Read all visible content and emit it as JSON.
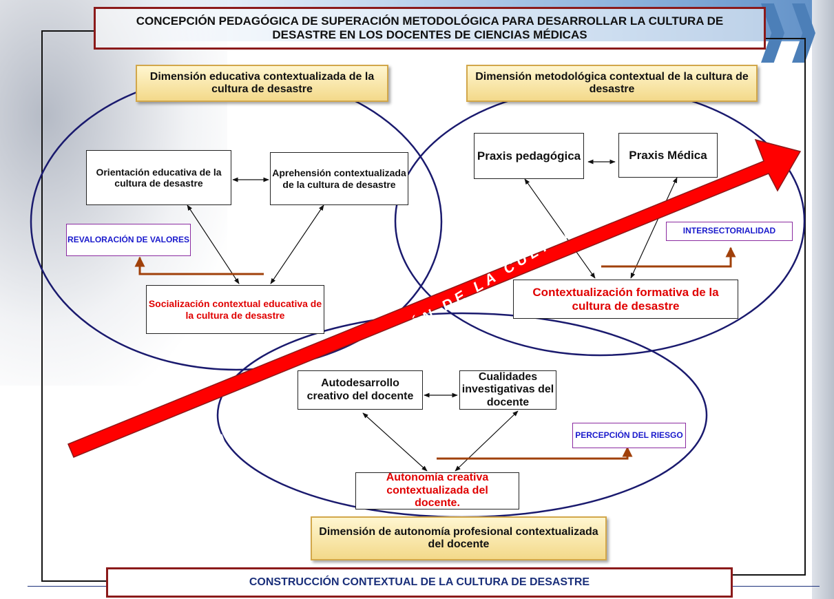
{
  "title": "CONCEPCIÓN PEDAGÓGICA DE SUPERACIÓN METODOLÓGICA PARA DESARROLLAR LA CULTURA DE DESASTRE EN LOS DOCENTES DE CIENCIAS MÉDICAS",
  "footer": "CONSTRUCCIÓN CONTEXTUAL DE LA CULTURA DE DESASTRE",
  "arrow_label": "MÉTODO DE FORMACIÓN DE LA CULTURA DE DESASTRE",
  "dimensions": {
    "educativa": "Dimensión educativa contextualizada de la cultura de desastre",
    "metodologica": "Dimensión metodológica contextual de la cultura de desastre",
    "autonomia": "Dimensión de autonomía profesional contextualizada del docente"
  },
  "nodes": {
    "orientacion": "Orientación educativa de la cultura de desastre",
    "aprehension": "Aprehensión contextualizada de la cultura de desastre",
    "socializacion": "Socialización contextual educativa de la cultura de desastre",
    "praxis_pedagogica": "Praxis pedagógica",
    "praxis_medica": "Praxis Médica",
    "contextualizacion": "Contextualización formativa de la cultura de desastre",
    "autodesarrollo": "Autodesarrollo creativo del docente",
    "cualidades": "Cualidades investigativas del docente",
    "autonomia_creativa": "Autonomía creativa contextualizada del docente."
  },
  "tags": {
    "revaloracion": "REVALORACIÓN DE VALORES",
    "intersectorialidad": "INTERSECTORIALIDAD",
    "percepcion": "PERCEPCIÓN DEL RIESGO"
  },
  "colors": {
    "frame_border": "#8b1a1a",
    "ellipse": "#1a1a6e",
    "arrow_fill": "#ff0000",
    "red_text": "#e00000",
    "tag_text": "#1a1acc",
    "brown_connector": "#a0400a",
    "footer_text": "#1a2f7a"
  }
}
